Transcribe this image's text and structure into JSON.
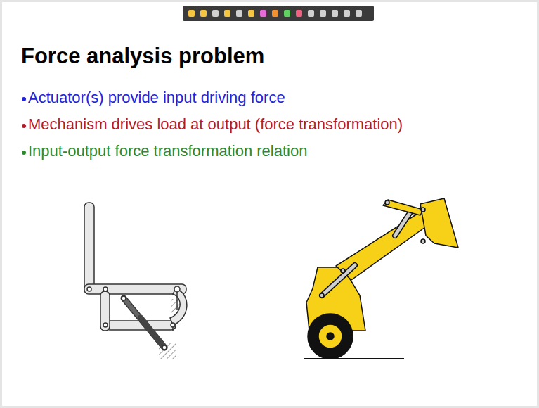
{
  "diagram": {
    "title": "Force analysis problem",
    "labels": [
      "Actuator(s) provide input driving force",
      "Mechanism drives load at output (force transformation)",
      "Input-output force transformation relation"
    ]
  }
}
